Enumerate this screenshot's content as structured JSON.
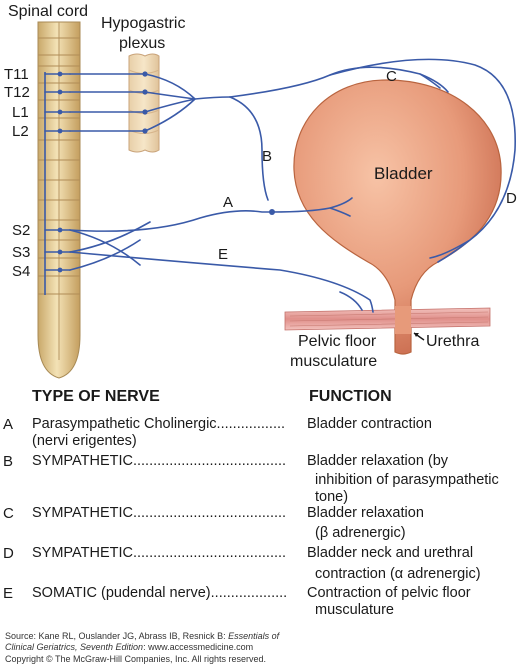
{
  "labels": {
    "spinal_cord": "Spinal cord",
    "hypogastric_line1": "Hypogastric",
    "hypogastric_line2": "plexus",
    "segments": [
      "T11",
      "T12",
      "L1",
      "L2",
      "S2",
      "S3",
      "S4"
    ],
    "bladder": "Bladder",
    "urethra": "Urethra",
    "pelvic_floor_line1": "Pelvic floor",
    "pelvic_floor_line2": "musculature",
    "nerve_letters": [
      "A",
      "B",
      "C",
      "D",
      "E"
    ]
  },
  "table": {
    "header_type": "TYPE OF NERVE",
    "header_function": "FUNCTION",
    "rows": [
      {
        "key": "A",
        "type": "Parasympathetic Cholinergic.................",
        "type2": "(nervi erigentes)",
        "function": "Bladder contraction",
        "function2": ""
      },
      {
        "key": "B",
        "type": "SYMPATHETIC......................................",
        "type2": "",
        "function": "Bladder relaxation (by",
        "function2": "inhibition of parasympathetic tone)"
      },
      {
        "key": "C",
        "type": "SYMPATHETIC......................................",
        "type2": "",
        "function": "Bladder relaxation",
        "function2": "(β adrenergic)"
      },
      {
        "key": "D",
        "type": "SYMPATHETIC......................................",
        "type2": "",
        "function": "Bladder neck and urethral",
        "function2": "contraction (α adrenergic)"
      },
      {
        "key": "E",
        "type": "SOMATIC (pudendal nerve)...................",
        "type2": "",
        "function": "Contraction of pelvic floor",
        "function2": "musculature"
      }
    ]
  },
  "source": {
    "line1_prefix": "Source: Kane RL, Ouslander JG, Abrass IB, Resnick B: ",
    "line1_italic": "Essentials of",
    "line2_italic": "Clinical Geriatrics, Seventh Edition",
    "line2_suffix": ": www.accessmedicine.com",
    "copyright": "Copyright © The McGraw-Hill Companies, Inc. All rights reserved."
  },
  "colors": {
    "nerve": "#3a5aa8",
    "spinal_cord": "#e8cf98",
    "bladder": "#e79a7a",
    "pelvic_floor": "#e6a09c"
  }
}
